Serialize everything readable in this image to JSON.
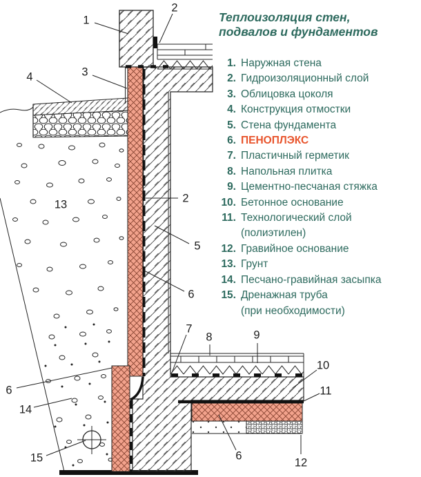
{
  "title": {
    "line1": "Теплоизоляция стен,",
    "line2": "подвалов и фундаментов"
  },
  "legend": {
    "items": [
      {
        "num": "1.",
        "label": "Наружная стена"
      },
      {
        "num": "2.",
        "label": "Гидроизоляционный слой"
      },
      {
        "num": "3.",
        "label": "Облицовка цоколя"
      },
      {
        "num": "4.",
        "label": "Конструкция отмостки"
      },
      {
        "num": "5.",
        "label": "Стена фундамента"
      },
      {
        "num": "6.",
        "label": "ПЕНОПЛЭКС",
        "highlight": true
      },
      {
        "num": "7.",
        "label": "Пластичный герметик"
      },
      {
        "num": "8.",
        "label": "Напольная плитка"
      },
      {
        "num": "9.",
        "label": "Цементно-песчаная стяжка"
      },
      {
        "num": "10.",
        "label": "Бетонное основание"
      },
      {
        "num": "11.",
        "label": "Технологический слой",
        "label2": "(полиэтилен)"
      },
      {
        "num": "12.",
        "label": "Гравийное основание"
      },
      {
        "num": "13.",
        "label": "Грунт"
      },
      {
        "num": "14.",
        "label": "Песчано-гравийная засыпка"
      },
      {
        "num": "15.",
        "label": "Дренажная труба",
        "label2": "(при необходимости)"
      }
    ]
  },
  "callouts": {
    "c1": "1",
    "c2top": "2",
    "c3": "3",
    "c4": "4",
    "c13": "13",
    "c2mid": "2",
    "c5": "5",
    "c6mid": "6",
    "c7": "7",
    "c8": "8",
    "c9": "9",
    "c10": "10",
    "c11": "11",
    "c6floor": "6",
    "c12": "12",
    "c6left": "6",
    "c14": "14",
    "c15": "15"
  },
  "colors": {
    "accent_teal": "#2d6a5e",
    "accent_orange": "#e8542c",
    "penoplex_pink": "#f2a28c",
    "line": "#222222"
  }
}
